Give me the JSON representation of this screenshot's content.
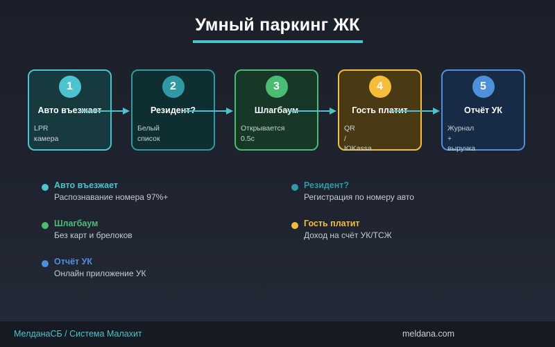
{
  "title": "Умный паркинг ЖК",
  "steps": [
    {
      "number": "1",
      "title": "Авто въезжает",
      "detail": [
        "LPR",
        "камера"
      ],
      "color": "#4cc3cf",
      "fill": "#173a3f"
    },
    {
      "number": "2",
      "title": "Резидент?",
      "detail": [
        "Белый",
        "список"
      ],
      "color": "#2f9aa3",
      "fill": "#0f2e31"
    },
    {
      "number": "3",
      "title": "Шлагбаум",
      "detail": [
        "Открывается",
        "0.5с"
      ],
      "color": "#4bbd73",
      "fill": "#173826"
    },
    {
      "number": "4",
      "title": "Гость платит",
      "detail": [
        "QR",
        "/",
        "ЮKassa"
      ],
      "color": "#f5bd3c",
      "fill": "#4a3a14"
    },
    {
      "number": "5",
      "title": "Отчёт УК",
      "detail": [
        "Журнал",
        "+",
        "выручка"
      ],
      "color": "#4f90db",
      "fill": "#172a46"
    }
  ],
  "arrow_color": "#4cc3cf",
  "legend": [
    {
      "title": "Авто въезжает",
      "description": "Распознавание номера 97%+",
      "color": "#4cc3cf"
    },
    {
      "title": "Резидент?",
      "description": "Регистрация по номеру авто",
      "color": "#2f9aa3"
    },
    {
      "title": "Шлагбаум",
      "description": "Без карт и брелоков",
      "color": "#4bbd73"
    },
    {
      "title": "Гость платит",
      "description": "Доход на счёт УК/ТСЖ",
      "color": "#f5bd3c"
    },
    {
      "title": "Отчёт УК",
      "description": "Онлайн приложение УК",
      "color": "#4f90db"
    }
  ],
  "footer": {
    "left": "МелданаСБ / Система Малахит",
    "right": "meldana.com"
  }
}
